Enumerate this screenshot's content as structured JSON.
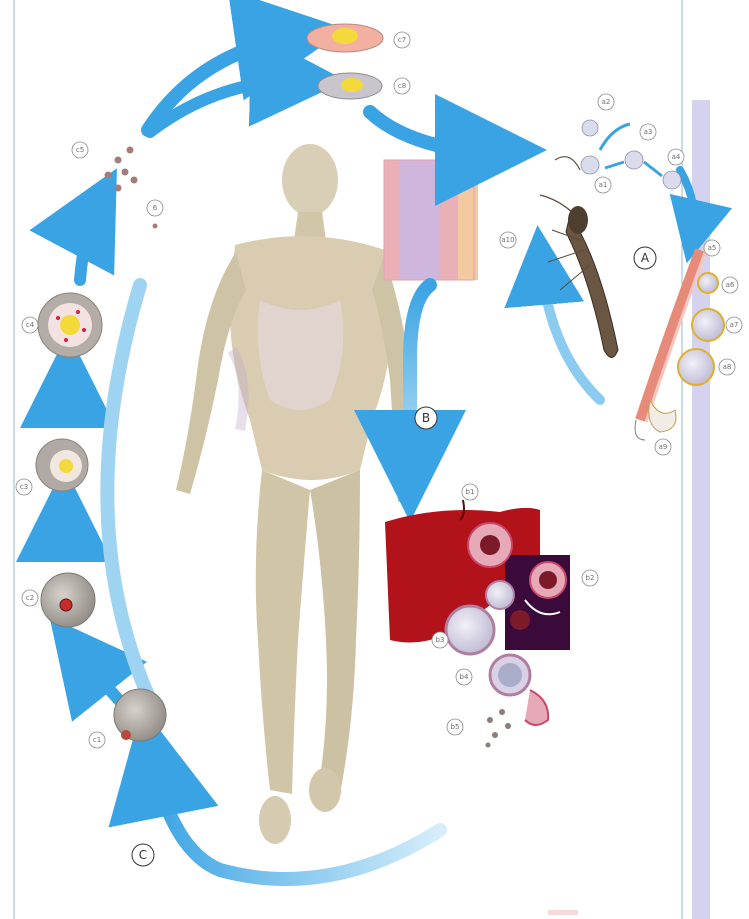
{
  "colors": {
    "arrow_blue": "#3aa3e3",
    "arrow_light": "#bfe4f7",
    "right_band": "#d4d2ee",
    "liver_red": "#b2121a",
    "cyst_dark": "#3a0a3a",
    "body_tone": "#d9ccb0"
  },
  "stages": {
    "A": {
      "label": "A"
    },
    "B": {
      "label": "B"
    },
    "C": {
      "label": "C"
    }
  },
  "labels": {
    "l1": "c1",
    "l2": "c2",
    "l3": "c3",
    "l4": "c4",
    "l5": "c5",
    "l6": "6",
    "l7": "c7",
    "l8": "c8",
    "a1": "a1",
    "a2": "a2",
    "a3": "a3",
    "a4": "a4",
    "a5": "a5",
    "a6": "a6",
    "a7": "a7",
    "a8": "a8",
    "a9": "a9",
    "a10": "a10",
    "b1": "b1",
    "b2": "b2",
    "b3": "b3",
    "b4": "b4",
    "b5": "b5"
  }
}
